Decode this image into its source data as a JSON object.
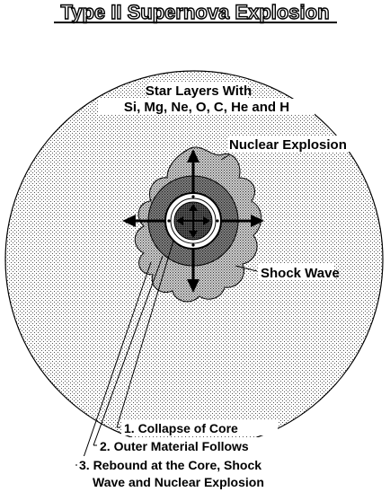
{
  "title": "Type II Supernova Explosion",
  "labels": {
    "star_layers_line1": "Star Layers With",
    "star_layers_line2": "Si, Mg, Ne, O, C, He and H",
    "nuclear_explosion": "Nuclear Explosion",
    "shock_wave": "Shock Wave",
    "step1": "1. Collapse of Core",
    "step2": "2. Outer Material Follows",
    "step3_line1": "3. Rebound at the Core, Shock",
    "step3_line2": "Wave and Nuclear Explosion"
  },
  "colors": {
    "ink": "#000000",
    "paper": "#ffffff",
    "star_dots": "#9a9a9a",
    "explosion_fill": "#b4b4b4",
    "shock_fill": "#8c8c8c",
    "core_fill": "#4a4a4a"
  },
  "icons": [
    "arrow-up-icon",
    "arrow-down-icon",
    "arrow-left-icon",
    "arrow-right-icon"
  ]
}
